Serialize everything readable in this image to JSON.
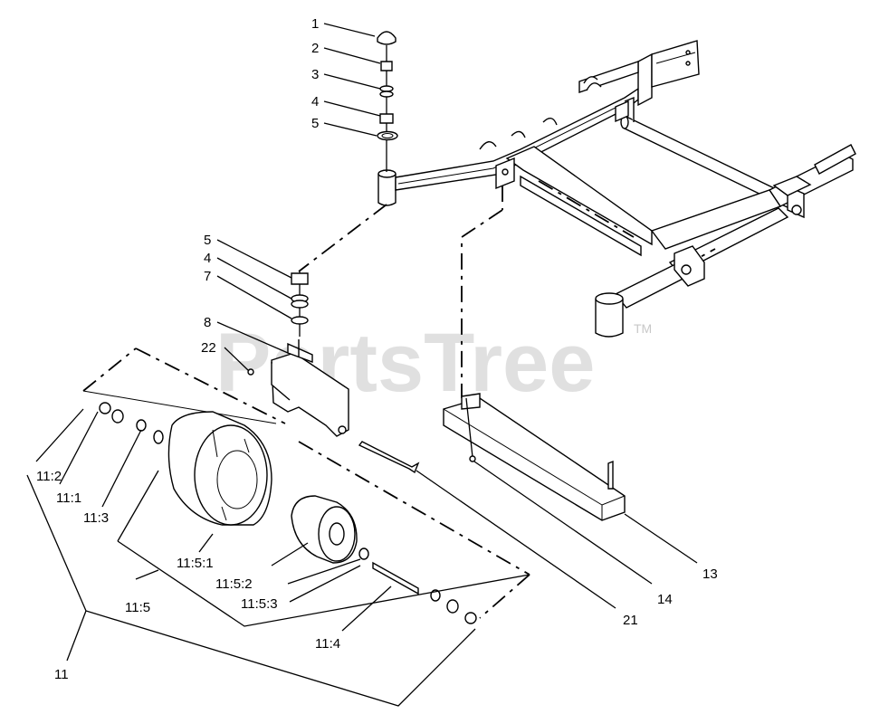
{
  "watermark": {
    "text": "PartsTree",
    "tm": "TM"
  },
  "callouts": [
    {
      "id": "c1",
      "text": "1"
    },
    {
      "id": "c2",
      "text": "2"
    },
    {
      "id": "c3",
      "text": "3"
    },
    {
      "id": "c4a",
      "text": "4"
    },
    {
      "id": "c5a",
      "text": "5"
    },
    {
      "id": "c5b",
      "text": "5"
    },
    {
      "id": "c4b",
      "text": "4"
    },
    {
      "id": "c7",
      "text": "7"
    },
    {
      "id": "c8",
      "text": "8"
    },
    {
      "id": "c22",
      "text": "22"
    },
    {
      "id": "c11_2",
      "text": "11:2"
    },
    {
      "id": "c11_1",
      "text": "11:1"
    },
    {
      "id": "c11_3",
      "text": "11:3"
    },
    {
      "id": "c11_5_1",
      "text": "11:5:1"
    },
    {
      "id": "c11_5_2",
      "text": "11:5:2"
    },
    {
      "id": "c11_5_3",
      "text": "11:5:3"
    },
    {
      "id": "c11_5",
      "text": "11:5"
    },
    {
      "id": "c11_4",
      "text": "11:4"
    },
    {
      "id": "c11",
      "text": "11"
    },
    {
      "id": "c21",
      "text": "21"
    },
    {
      "id": "c14",
      "text": "14"
    },
    {
      "id": "c13",
      "text": "13"
    }
  ]
}
